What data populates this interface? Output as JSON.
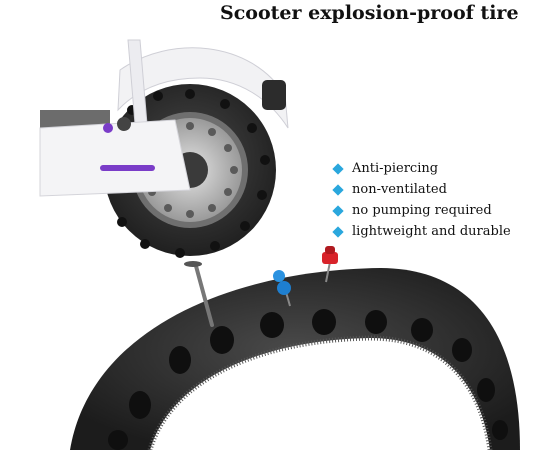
{
  "title": "Scooter explosion-proof tire",
  "features": [
    "Anti-piercing",
    "non-ventilated",
    "no pumping required",
    "lightweight and durable"
  ],
  "colors": {
    "bullet": "#2aa7dd",
    "tire": "#2b2b2b",
    "scooter_body": "#f2f2f4",
    "accent": "#7a3cc8",
    "red_pin": "#d8232a",
    "blue_pin": "#1e7fd0"
  },
  "icons": [
    "diamond-bullet-icon"
  ]
}
